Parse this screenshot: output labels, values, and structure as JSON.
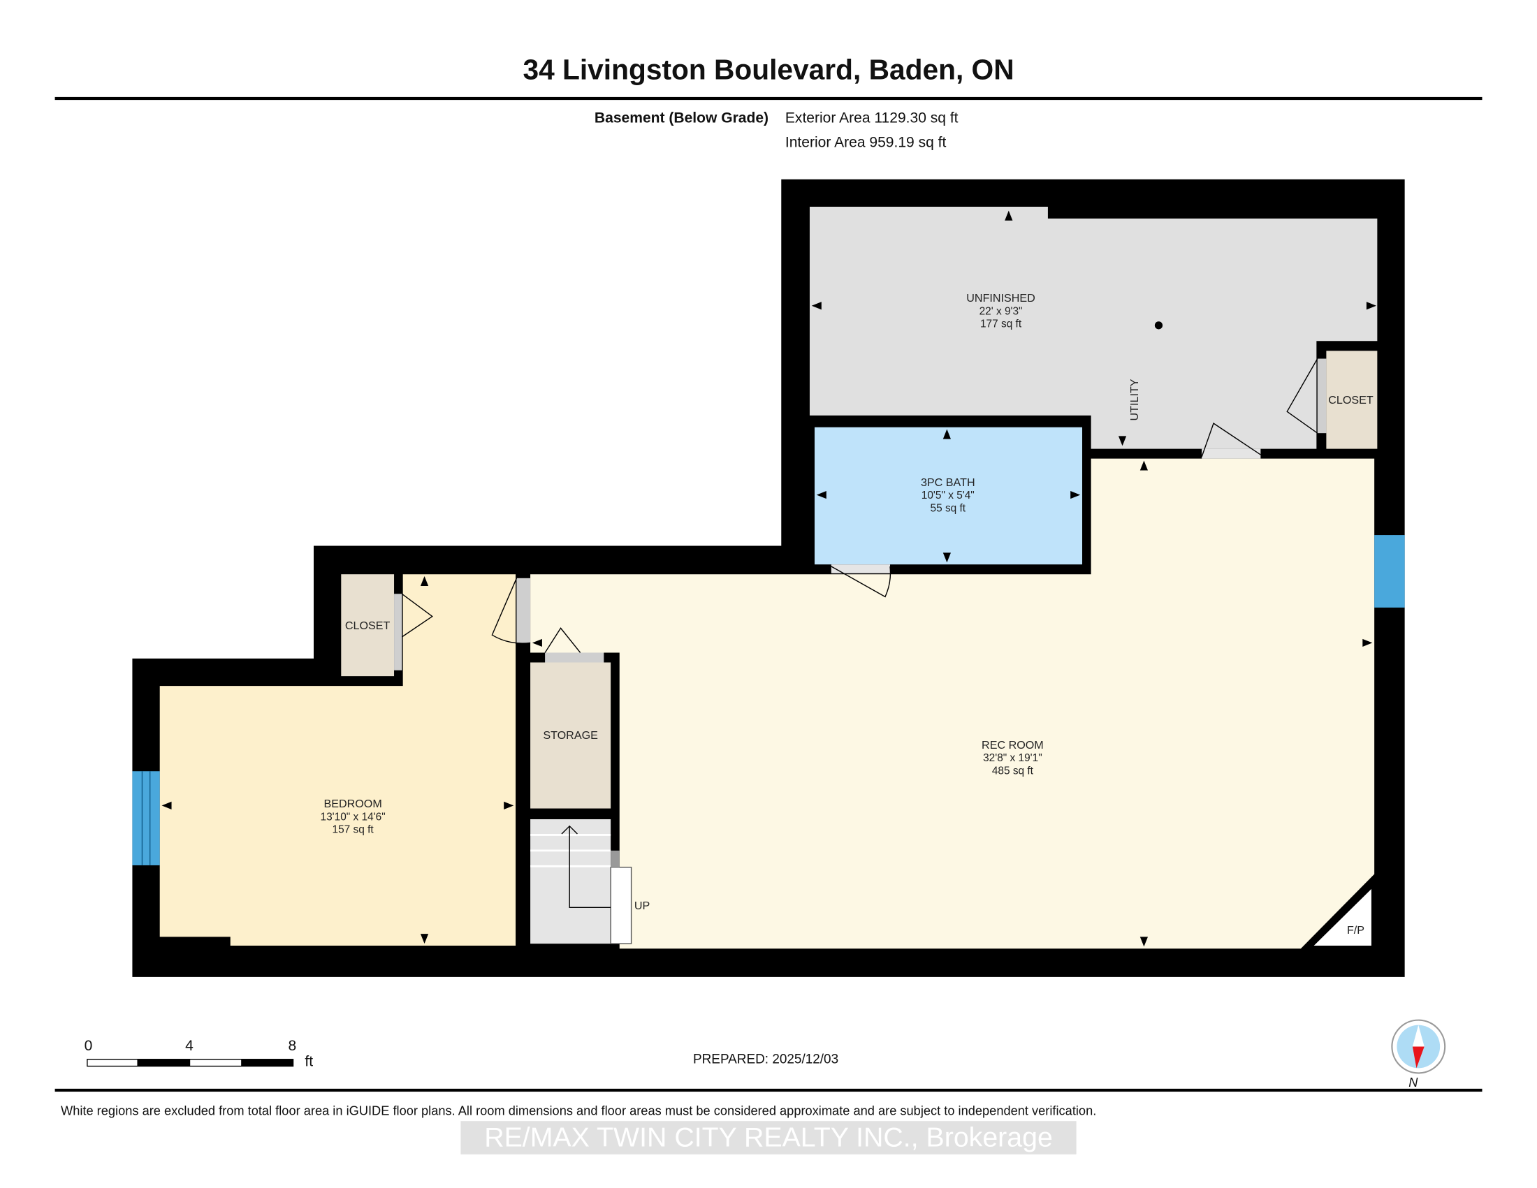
{
  "header": {
    "title": "34 Livingston Boulevard, Baden, ON",
    "level": "Basement (Below Grade)",
    "exterior_area": "Exterior Area 1129.30 sq ft",
    "interior_area": "Interior Area 959.19 sq ft"
  },
  "rooms": {
    "unfinished": {
      "name": "UNFINISHED",
      "dims": "22' x 9'3\"",
      "area": "177 sq ft"
    },
    "utility": {
      "name": "UTILITY"
    },
    "closet_utility": {
      "name": "CLOSET"
    },
    "bath": {
      "name": "3PC BATH",
      "dims": "10'5\" x 5'4\"",
      "area": "55 sq ft"
    },
    "rec_room": {
      "name": "REC ROOM",
      "dims": "32'8\" x 19'1\"",
      "area": "485 sq ft"
    },
    "bedroom": {
      "name": "BEDROOM",
      "dims": "13'10\" x 14'6\"",
      "area": "157 sq ft"
    },
    "closet_bedroom": {
      "name": "CLOSET"
    },
    "storage": {
      "name": "STORAGE"
    },
    "stairs": {
      "label": "UP"
    },
    "fireplace": {
      "label": "F/P"
    }
  },
  "scale_bar": {
    "ticks": [
      "0",
      "4",
      "8"
    ],
    "unit": "ft"
  },
  "prepared": "PREPARED: 2025/12/03",
  "compass": {
    "label": "N"
  },
  "footer": {
    "disclaimer": "White regions are excluded from total floor area in iGUIDE floor plans. All room dimensions and floor areas must be considered approximate and are subject to independent verification.",
    "watermark": "RE/MAX TWIN CITY REALTY INC., Brokerage"
  },
  "colors": {
    "wall": "#000000",
    "unfinished": "#e0e0e0",
    "bath": "#bfe3fa",
    "rec_room": "#fdf8e4",
    "bedroom": "#fdf0cc",
    "closet": "#e8e0d0",
    "window": "#4aa8dc"
  }
}
